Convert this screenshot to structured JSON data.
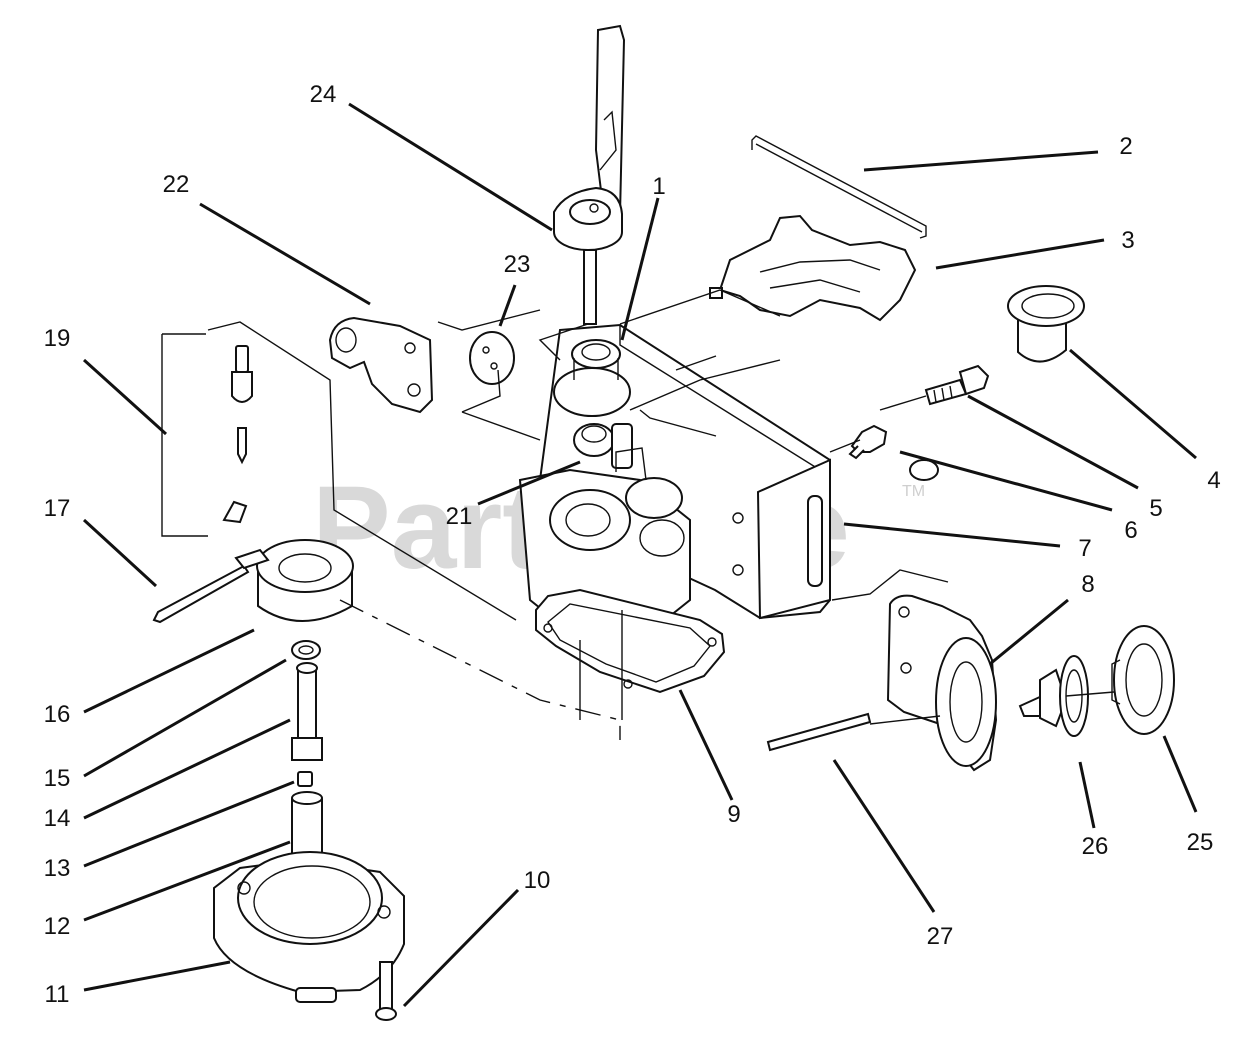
{
  "watermark": {
    "text": "PartsTree",
    "trademark": "TM"
  },
  "labels": [
    {
      "id": "1",
      "text": "1"
    },
    {
      "id": "2",
      "text": "2"
    },
    {
      "id": "3",
      "text": "3"
    },
    {
      "id": "4",
      "text": "4"
    },
    {
      "id": "5",
      "text": "5"
    },
    {
      "id": "6",
      "text": "6"
    },
    {
      "id": "7",
      "text": "7"
    },
    {
      "id": "8",
      "text": "8"
    },
    {
      "id": "9",
      "text": "9"
    },
    {
      "id": "10",
      "text": "10"
    },
    {
      "id": "11",
      "text": "11"
    },
    {
      "id": "12",
      "text": "12"
    },
    {
      "id": "13",
      "text": "13"
    },
    {
      "id": "14",
      "text": "14"
    },
    {
      "id": "15",
      "text": "15"
    },
    {
      "id": "16",
      "text": "16"
    },
    {
      "id": "17",
      "text": "17"
    },
    {
      "id": "19",
      "text": "19"
    },
    {
      "id": "21",
      "text": "21"
    },
    {
      "id": "22",
      "text": "22"
    },
    {
      "id": "23",
      "text": "23"
    },
    {
      "id": "24",
      "text": "24"
    },
    {
      "id": "25",
      "text": "25"
    },
    {
      "id": "26",
      "text": "26"
    },
    {
      "id": "27",
      "text": "27"
    }
  ]
}
